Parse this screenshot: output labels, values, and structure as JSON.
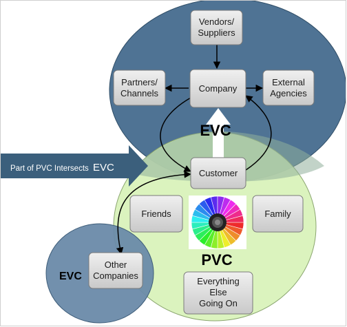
{
  "colors": {
    "evc_circle": "#4f7394",
    "pvc_circle": "#d8f2b8",
    "node_fill": "#d3d3d3",
    "arrow_banner": "#3b5f7c",
    "up_arrow": "#ffffff"
  },
  "nodes": {
    "vendors": {
      "line1": "Vendors/",
      "line2": "Suppliers"
    },
    "partners": {
      "line1": "Partners/",
      "line2": "Channels"
    },
    "company": {
      "line1": "Company"
    },
    "external": {
      "line1": "External",
      "line2": "Agencies"
    },
    "customer": {
      "line1": "Customer"
    },
    "friends": {
      "line1": "Friends"
    },
    "family": {
      "line1": "Family"
    },
    "other": {
      "line1": "Other",
      "line2": "Companies"
    },
    "everything": {
      "line1": "Everything",
      "line2": "Else",
      "line3": "Going On"
    }
  },
  "labels": {
    "evc_main": "EVC",
    "pvc_main": "PVC",
    "evc_small": "EVC"
  },
  "banner": {
    "text": "Part of PVC Intersects",
    "emphasis": "EVC"
  },
  "wheel": {
    "icon": "color-wheel-icon"
  }
}
